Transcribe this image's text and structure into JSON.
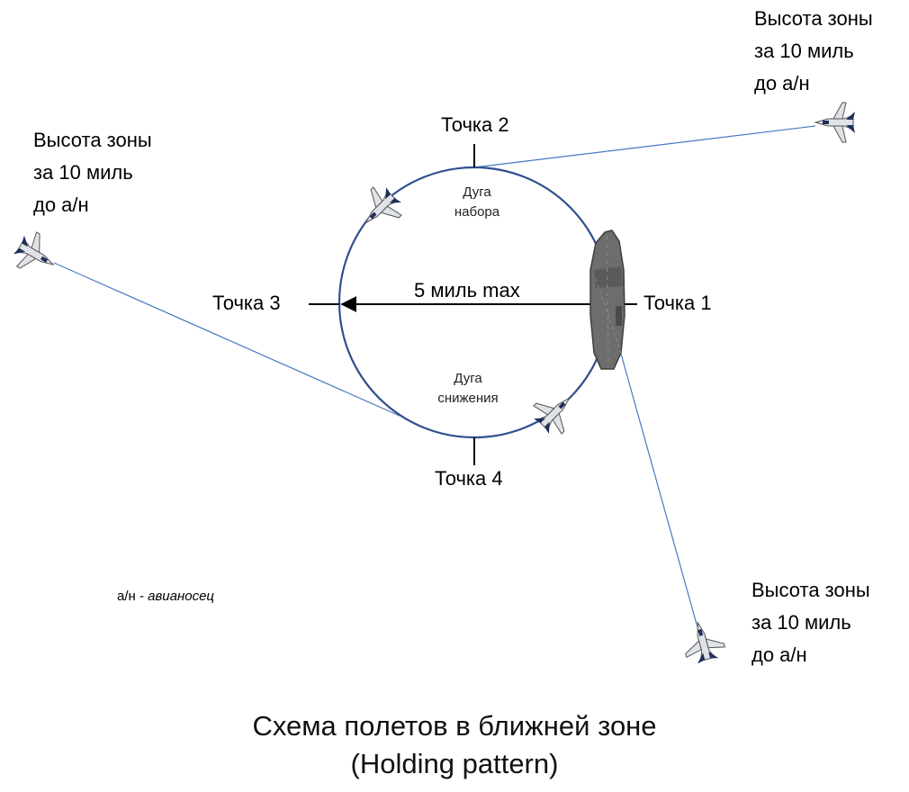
{
  "diagram": {
    "points": {
      "point1": "Точка 1",
      "point2": "Точка 2",
      "point3": "Точка 3",
      "point4": "Точка 4"
    },
    "diameter_label": "5 миль max",
    "arcs": {
      "climb": [
        "Дуга",
        "набора"
      ],
      "descent": [
        "Дуга",
        "снижения"
      ]
    },
    "entry_notes": {
      "left": [
        "Высота зоны",
        "за 10 миль",
        "до а/н"
      ],
      "top_right": [
        "Высота зоны",
        "за 10 миль",
        "до а/н"
      ],
      "bottom_right": [
        "Высота зоны",
        "за 10 миль",
        "до а/н"
      ]
    },
    "legend": {
      "abbr": "а/н - ",
      "term": "авианосец"
    },
    "title": {
      "line1": "Схема полетов в ближней зоне",
      "line2": "(Holding pattern)"
    },
    "colors": {
      "circle": "#2f4f8f",
      "route_line": "#4a78c4",
      "carrier": "#6d6d6d",
      "aircraft_body": "#dfe3e8",
      "aircraft_accent": "#1f2f5a"
    },
    "icons": {
      "carrier": "aircraft-carrier-icon",
      "aircraft": "fighter-jet-icon"
    }
  }
}
